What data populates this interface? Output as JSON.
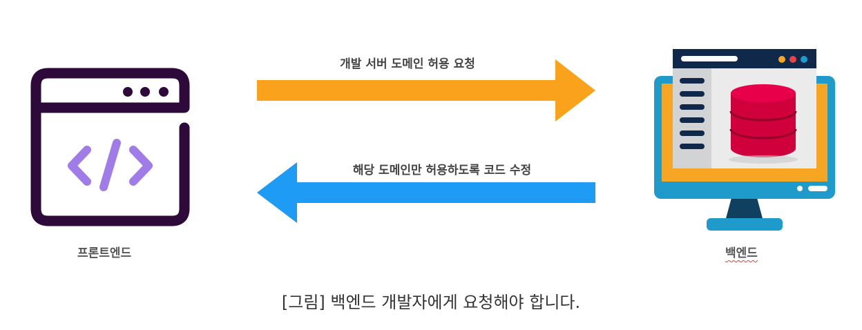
{
  "diagram": {
    "frontend_label": "프론트엔드",
    "backend_label": "백엔드",
    "request_arrow_label": "개발 서버 도메인 허용 요청",
    "response_arrow_label": "해당 도메인만 허용하도록 코드 수정",
    "caption": "[그림] 백엔드 개발자에게 요청해야 합니다.",
    "colors": {
      "request_arrow": "#FBA21C",
      "response_arrow": "#1E9BF5",
      "frontend_icon_frame": "#2E0A3A",
      "frontend_code_symbol": "#A07CE8",
      "monitor_stand": "#10405F",
      "monitor_bezel": "#1E9BCB",
      "monitor_screen": "#F6A623",
      "window_title_bar": "#10294A",
      "database": "#D0003C"
    },
    "icons": {
      "frontend": "browser-code-icon",
      "backend": "database-server-icon"
    }
  }
}
